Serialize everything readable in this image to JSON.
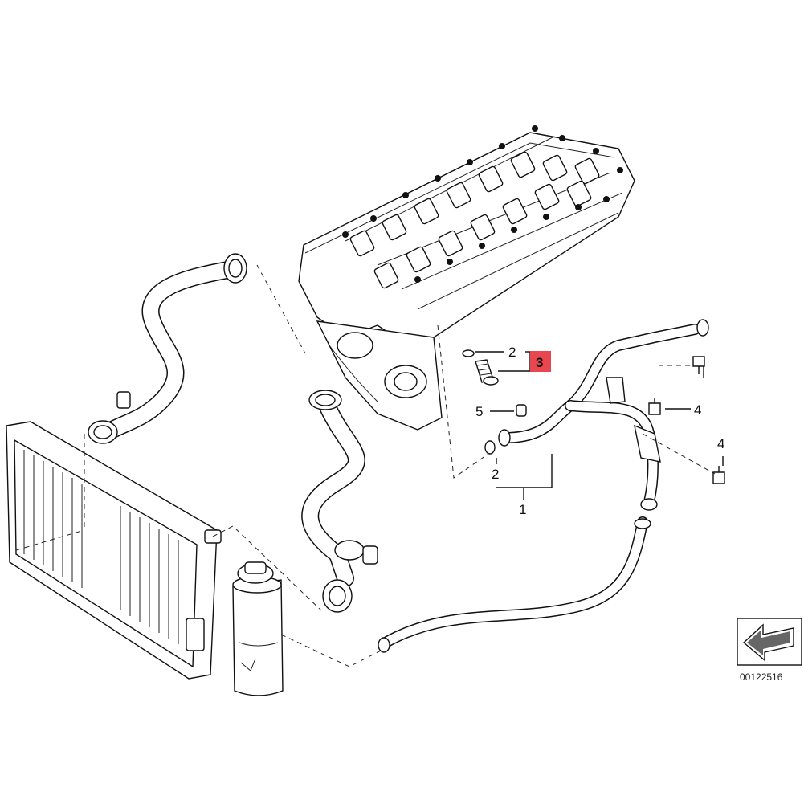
{
  "diagram": {
    "callouts": {
      "c1": "1",
      "c2a": "2",
      "c2b": "2",
      "c3": "3",
      "c4a": "4",
      "c4b": "4",
      "c5": "5"
    },
    "highlight_color": "#e8474f",
    "reference_number": "00122516",
    "corner_icon": "arrow-pointer-icon"
  }
}
